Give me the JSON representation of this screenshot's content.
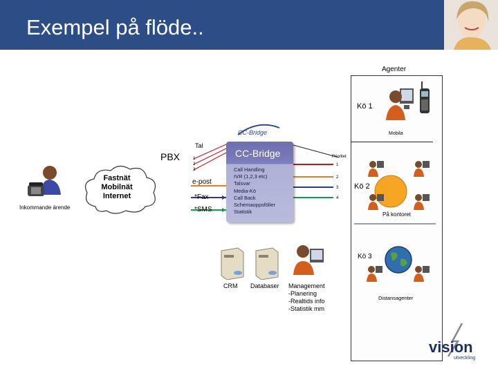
{
  "title": "Exempel på flöde..",
  "agents_label": "Agenter",
  "queue1_label": "Kö 1",
  "mobile_label": "Mobila",
  "queue2_label": "Kö 2",
  "office_label": "På kontoret",
  "queue3_label": "Kö 3",
  "remote_label": "Distansagenter",
  "ccbridge_logo": "CC-Bridge",
  "ccbridge_title": "CC-Bridge",
  "ccbridge_features": [
    "Call Handling",
    "IVR (1,2,3 etc)",
    "Talsvar",
    "Media-Kö",
    "Call Back",
    "Schemaoppsfölier",
    "Statistik"
  ],
  "pbx_label": "PBX",
  "tal_label": "Tal",
  "tal_lines": [
    "1",
    "2",
    "3"
  ],
  "channels": {
    "email": "e-post",
    "fax": "*Fax",
    "sms": "*SMS"
  },
  "cloud_lines": [
    "Fastnät",
    "Mobilnät",
    "Internet"
  ],
  "incoming_label": "Inkommande ärende",
  "priority_label": "Prioritet",
  "queue_numbers": [
    "1",
    "2",
    "3",
    "4"
  ],
  "systems": {
    "crm": "CRM",
    "database": "Databaser"
  },
  "management_lines": [
    "Management",
    "-Planering",
    "-Realtids info",
    "-Statistik mm"
  ],
  "logo": {
    "text": "vision",
    "tagline": "utveckling"
  },
  "colors": {
    "header": "#2d4d86",
    "line_red": "#c4161c",
    "line_orange": "#f47920",
    "line_blue": "#2b3990",
    "line_green": "#0aa14b",
    "line_black": "#222222",
    "queue2_circle": "#f6a623"
  },
  "icons": [
    "agent-icon",
    "phone-icon",
    "cloud-icon",
    "server-icon",
    "globe-icon",
    "mobile-phone-icon",
    "person-icon"
  ]
}
